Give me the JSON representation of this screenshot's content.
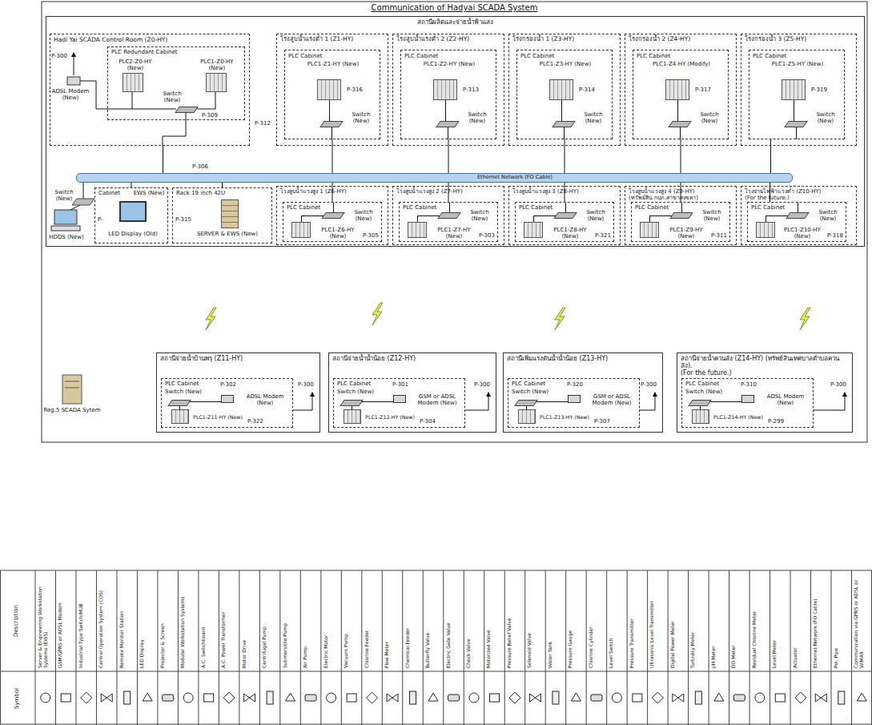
{
  "diagram": {
    "title": "Communication of Hadyai SCADA System",
    "nodes": [
      {
        "text": [
          "สถานีผลิตและจ่ายน้ำฟ้าแสง"
        ]
      },
      {
        "text": [
          "Hadi Yai SCADA Control Room (Z0-HY)"
        ],
        "in": 0
      },
      {
        "text": [
          "PLC Redundant Cabinet",
          "PLC2-Z0-HY (New)",
          "PLC1-Z0-HY (New)",
          "Switch (New)"
        ],
        "in": 1
      },
      {
        "text": [
          "โรงสูบน้ำแรงต่ำ 1 (Z1-HY)"
        ],
        "in": 0
      },
      {
        "text": [
          "PLC Cabinet",
          "PLC1-Z1-HY (New)",
          "Switch (New)"
        ],
        "in": 3
      },
      {
        "text": [
          "โรงสูบน้ำแรงต่ำ 2 (Z2-HY)"
        ],
        "in": 0
      },
      {
        "text": [
          "PLC Cabinet",
          "PLC1-Z2-HY (New)",
          "Switch (New)"
        ],
        "in": 5
      },
      {
        "text": [
          "โรงกรองน้ำ 1 (Z3-HY)"
        ],
        "in": 0
      },
      {
        "text": [
          "PLC Cabinet",
          "PLC1-Z3-HY (New)",
          "Switch (New)"
        ],
        "in": 7
      },
      {
        "text": [
          "โรงกรองน้ำ 2 (Z4-HY)"
        ],
        "in": 0
      },
      {
        "text": [
          "PLC Cabinet",
          "PLC1-Z4-HY (Modify)",
          "Switch (New)"
        ],
        "in": 9
      },
      {
        "text": [
          "โรงกรองน้ำ 3 (Z5-HY)"
        ],
        "in": 0
      },
      {
        "text": [
          "PLC Cabinet",
          "PLC1-Z5-HY (New)",
          "Switch (New)"
        ],
        "in": 11
      },
      {
        "text": [
          "Ethernet Network (FO Cable)"
        ],
        "in": 0
      },
      {
        "text": [
          "Cabinet",
          "EWS (New)",
          "LED Display (Old)"
        ],
        "in": 0
      },
      {
        "text": [
          "Rack 19 inch 42U",
          "SERVER & EWS (New)"
        ],
        "in": 0
      },
      {
        "text": [
          "โรงสูบน้ำแรงสูง 1 (Z6-HY)"
        ],
        "in": 0
      },
      {
        "text": [
          "PLC Cabinet",
          "Switch (New)",
          "PLC1-Z6-HY (New)"
        ],
        "in": 16
      },
      {
        "text": [
          "โรงสูบน้ำแรงสูง 2 (Z7-HY)"
        ],
        "in": 0
      },
      {
        "text": [
          "PLC Cabinet",
          "Switch (New)",
          "PLC1-Z7-HY (New)"
        ],
        "in": 18
      },
      {
        "text": [
          "โรงสูบน้ำแรงสูง 3 (Z8-HY)"
        ],
        "in": 0
      },
      {
        "text": [
          "PLC Cabinet",
          "Switch (New)",
          "PLC1-Z8-HY (New)"
        ],
        "in": 20
      },
      {
        "text": [
          "โรงสูบน้ำแรงสูง 4 (Z9-HY)",
          "(ทรัพย์สิน กปภ.สาขาสงขลา)"
        ],
        "in": 0
      },
      {
        "text": [
          "PLC Cabinet",
          "Switch (New)",
          "PLC1-Z9-HY (New)"
        ],
        "in": 22
      },
      {
        "text": [
          "โรงจ่ายไฟฟ้าแรงต่ำ (Z10-HY)",
          "(For the future.)"
        ],
        "in": 0
      },
      {
        "text": [
          "PLC Cabinet",
          "Switch (New)",
          "PLC1-Z10-HY (New)"
        ],
        "in": 24
      },
      {
        "text": [
          "สถานีจ่ายน้ำบ้านพรุ (Z11-HY)"
        ]
      },
      {
        "text": [
          "PLC Cabinet",
          "Switch (New)",
          "PLC1-Z11-HY (New)",
          "ADSL Modem (New)"
        ],
        "in": 26
      },
      {
        "text": [
          "สถานีจ่ายน้ำน้ำน้อย (Z12-HY)"
        ]
      },
      {
        "text": [
          "PLC Cabinet",
          "Switch (New)",
          "PLC1-Z12-HY (New)",
          "GSM or ADSL Modem (New)"
        ],
        "in": 28
      },
      {
        "text": [
          "สถานีเพิ่มแรงดันน้ำน้ำน้อย (Z13-HY)"
        ]
      },
      {
        "text": [
          "PLC Cabinet",
          "Switch (New)",
          "PLC1-Z13-HY (New)",
          "GSM or ADSL Modem (New)"
        ],
        "in": 30
      },
      {
        "text": [
          "สถานีจ่ายน้ำควนลัง (Z14-HY) (ทรัพย์สินเทศบาลตำบลควนลัง).",
          "(For the future.)"
        ]
      },
      {
        "text": [
          "PLC Cabinet",
          "Switch (New)",
          "PLC1-Z14-HY (New)",
          "ADSL Modem (New)"
        ],
        "in": 32
      }
    ],
    "edges": [
      {
        "from": 1,
        "to": 13,
        "arrow": "none"
      },
      {
        "from": 4,
        "to": 13,
        "arrow": "none"
      },
      {
        "from": 6,
        "to": 13,
        "arrow": "none"
      },
      {
        "from": 8,
        "to": 13,
        "arrow": "none"
      },
      {
        "from": 10,
        "to": 13,
        "arrow": "none"
      },
      {
        "from": 12,
        "to": 13,
        "arrow": "none"
      },
      {
        "from": 13,
        "to": 14,
        "arrow": "none"
      },
      {
        "from": 13,
        "to": 15,
        "arrow": "none"
      },
      {
        "from": 13,
        "to": 17,
        "arrow": "none"
      },
      {
        "from": 13,
        "to": 19,
        "arrow": "none"
      },
      {
        "from": 13,
        "to": 21,
        "arrow": "none"
      },
      {
        "from": 13,
        "to": 23,
        "arrow": "none"
      },
      {
        "from": 13,
        "to": 25,
        "arrow": "none"
      }
    ],
    "labels": [
      "P-300",
      "ADSL Modem (New)",
      "P-309",
      "P-312",
      "P-316",
      "P-313",
      "P-314",
      "P-317",
      "P-319",
      "Switch (New)",
      "HDDS (New)",
      "P-",
      "P-306",
      "P-315",
      "P-305",
      "P-303",
      "P-321",
      "P-311",
      "P-318",
      "Reg.5 SCADA Sytem",
      "P-302",
      "P-322",
      "P-300",
      "P-301",
      "P-304",
      "P-300",
      "P-320",
      "P-307",
      "P-300",
      "P-310",
      "P-299",
      "P-300",
      "Description",
      "Symbol"
    ],
    "legend": [
      {
        "text": "Server & Engineering Workstation Systems (EWS)"
      },
      {
        "text": "GSM/GPRS or ADSL Modem"
      },
      {
        "text": "Industrial Type Switch/HUB"
      },
      {
        "text": "Central Operation System (COS)"
      },
      {
        "text": "Remote Monitor Station"
      },
      {
        "text": "LED Display"
      },
      {
        "text": "Projector & Screen"
      },
      {
        "text": "Modular Workstation Systems"
      },
      {
        "text": "A.C. Switchboard"
      },
      {
        "text": "A.C. Power Transformer"
      },
      {
        "text": "Motor Drive"
      },
      {
        "text": "Centrifugal Pump"
      },
      {
        "text": "Submersible Pump"
      },
      {
        "text": "Air Pump"
      },
      {
        "text": "Electric Motor"
      },
      {
        "text": "Vacuum Pump"
      },
      {
        "text": "Chlorine Feeder"
      },
      {
        "text": "Flow Meter"
      },
      {
        "text": "Chemical Feeder"
      },
      {
        "text": "Butterfly Valve"
      },
      {
        "text": "Electric Gate Valve"
      },
      {
        "text": "Check Valve"
      },
      {
        "text": "Motorized Valve"
      },
      {
        "text": "Pressure Relief Valve"
      },
      {
        "text": "Solenoid Valve"
      },
      {
        "text": "Water Tank"
      },
      {
        "text": "Pressure Gauge"
      },
      {
        "text": "Chlorine Cylinder"
      },
      {
        "text": "Level Switch"
      },
      {
        "text": "Pressure Transmitter"
      },
      {
        "text": "Ultrasonic Level Transmitter"
      },
      {
        "text": "Digital Power Meter"
      },
      {
        "text": "Turbidity Meter"
      },
      {
        "text": "pH Meter"
      },
      {
        "text": "DO Meter"
      },
      {
        "text": "Residual Chlorine Meter"
      },
      {
        "text": "Level Meter"
      },
      {
        "text": "Actuator"
      },
      {
        "text": "Ethernet Network (FO Cable)"
      },
      {
        "text": "Pol. Pipe"
      },
      {
        "text": "Communication via GPRS or ADSL or WiMAX"
      }
    ]
  }
}
